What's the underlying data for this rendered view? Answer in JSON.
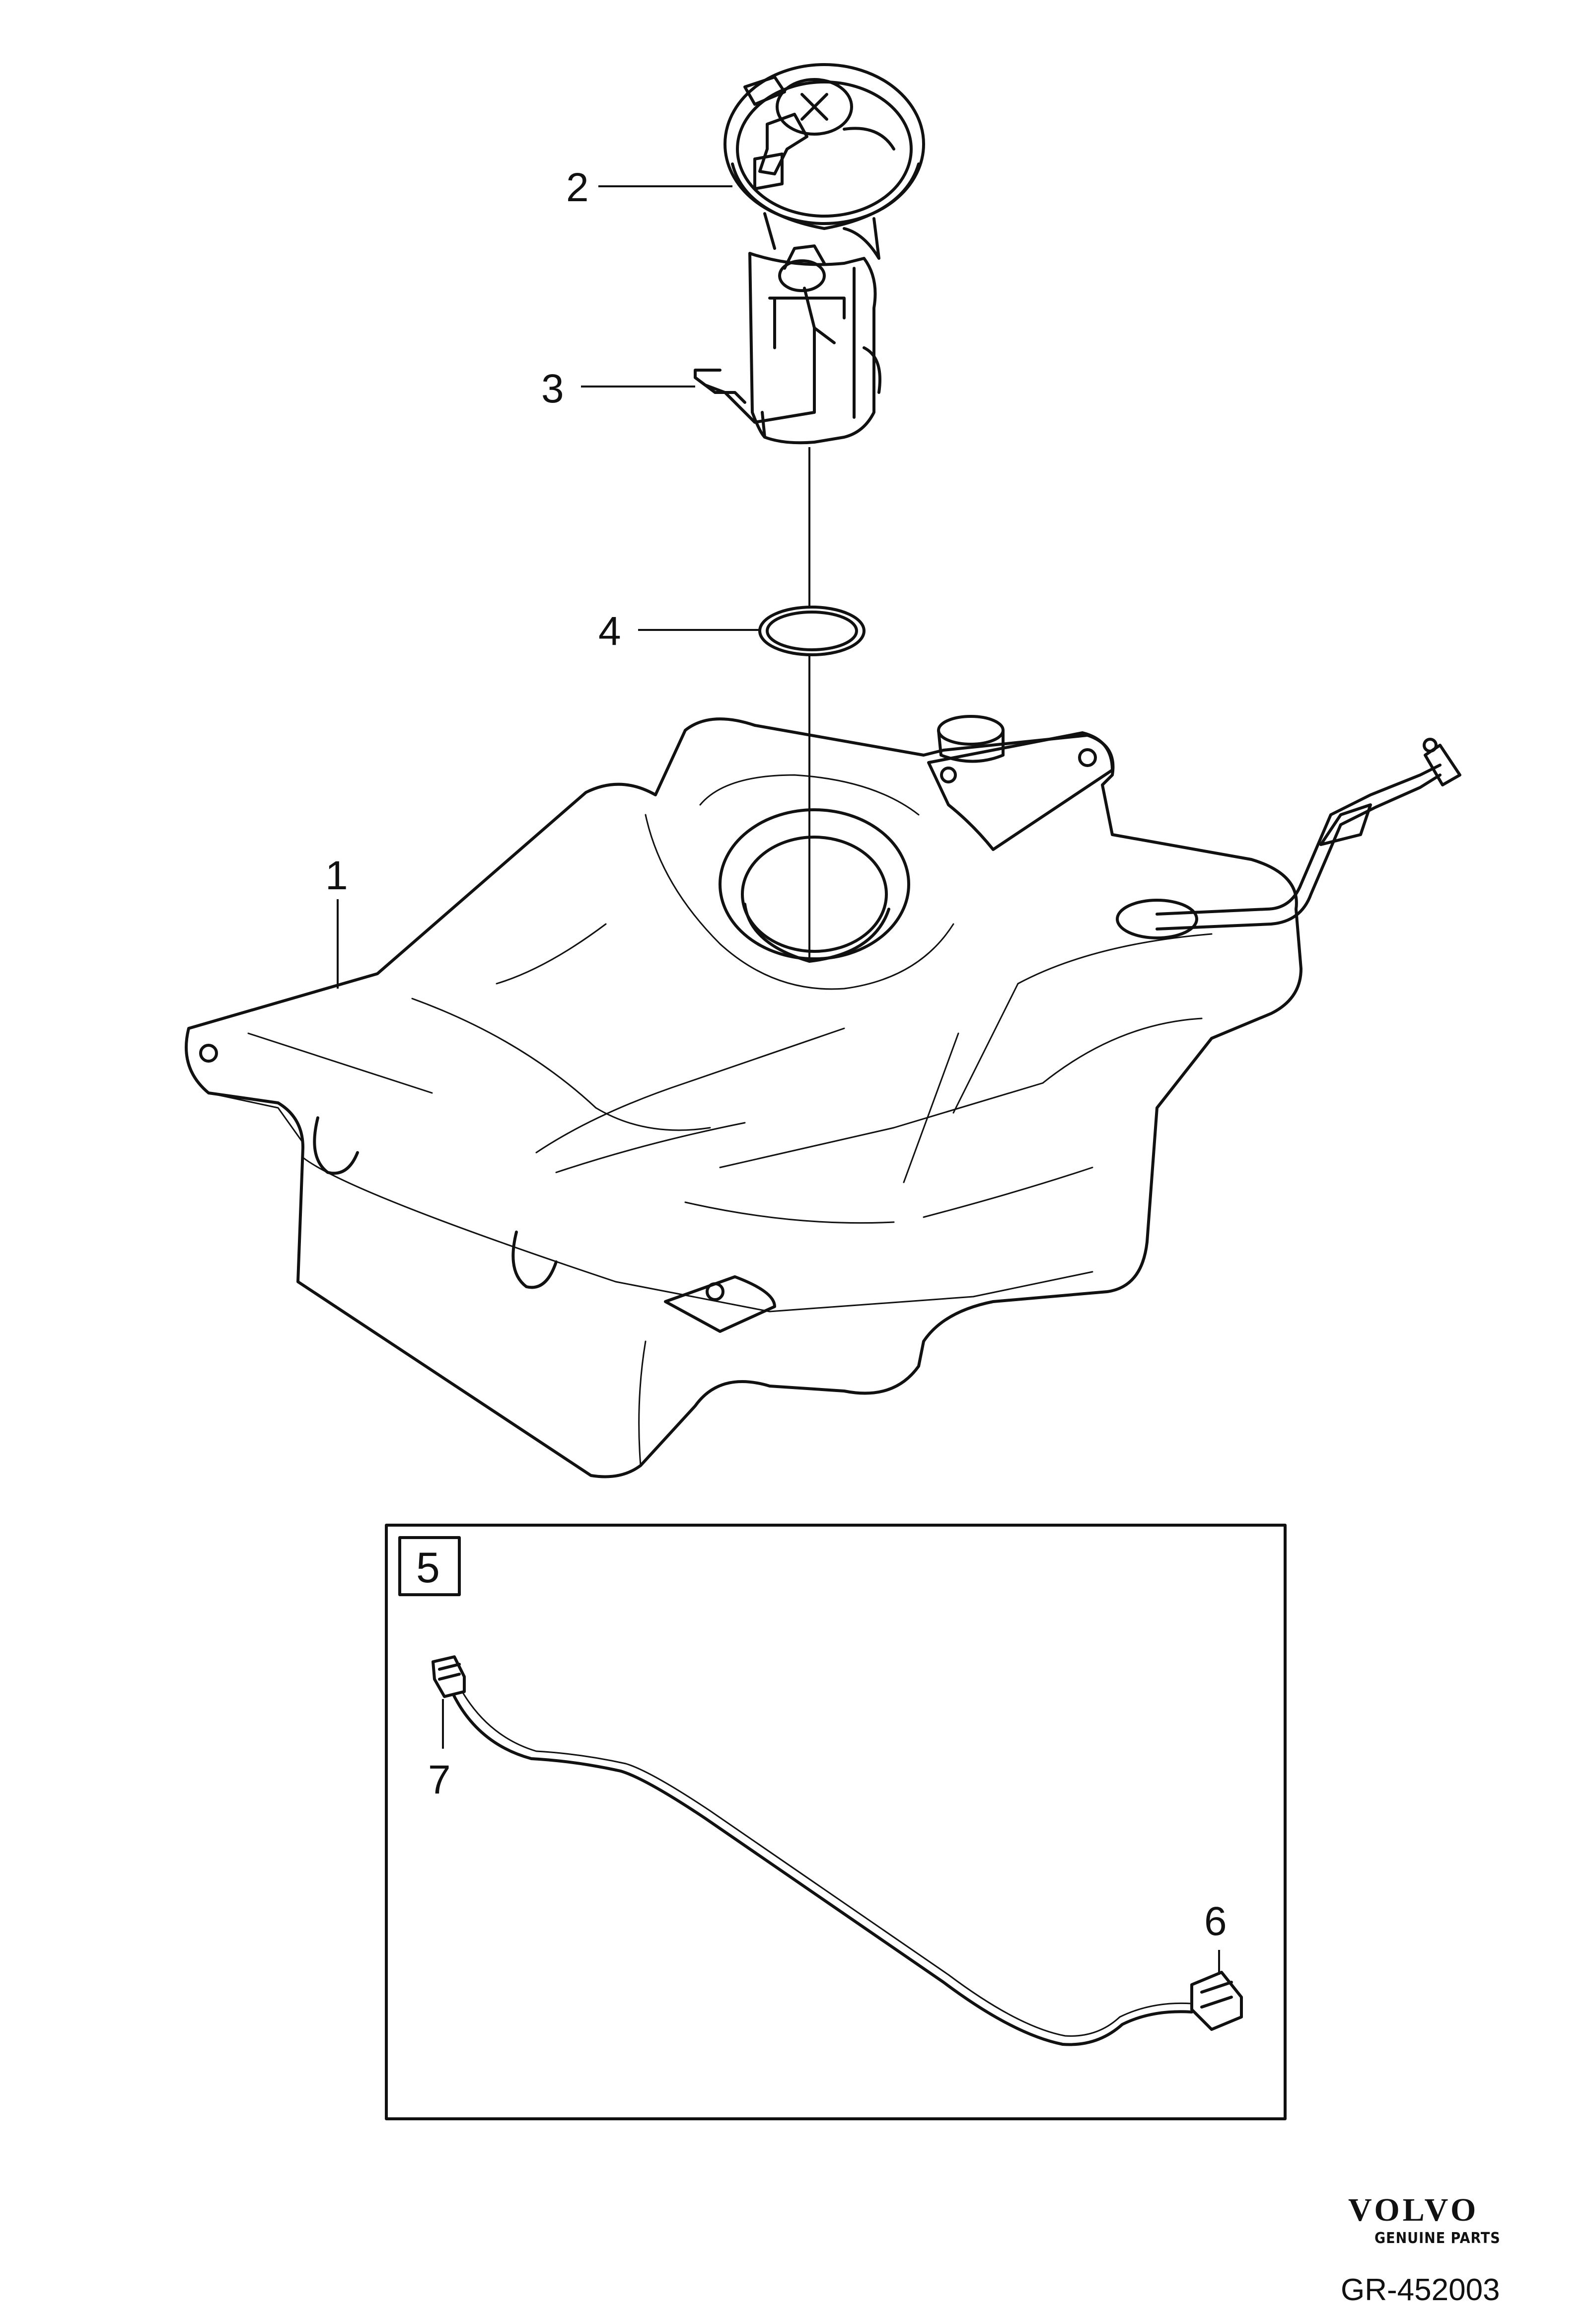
{
  "parts": [
    {
      "number": "1"
    },
    {
      "number": "2"
    },
    {
      "number": "3"
    },
    {
      "number": "4"
    },
    {
      "number": "5"
    },
    {
      "number": "6"
    },
    {
      "number": "7"
    }
  ],
  "brand": {
    "name": "VOLVO",
    "tagline": "GENUINE PARTS"
  },
  "drawing_number": "GR-452003"
}
